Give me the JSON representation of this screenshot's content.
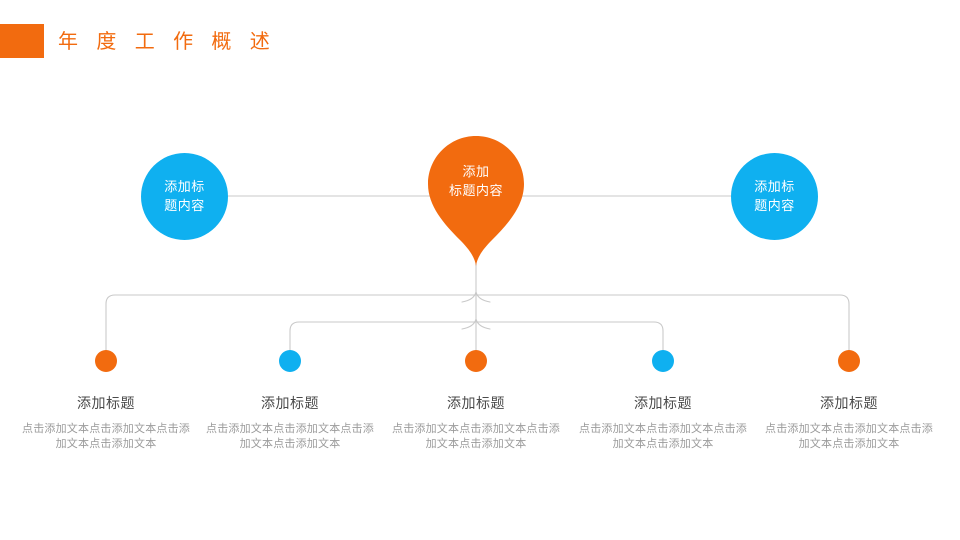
{
  "slide": {
    "title": "年 度 工 作 概 述",
    "accent_orange": "#F26B0F",
    "accent_blue": "#0FB0F0",
    "background": "#FFFFFF",
    "line_color": "#C9C9C9"
  },
  "top_nodes": [
    {
      "id": "left",
      "label": "添加标\n题内容",
      "label_line1": "添加标",
      "label_line2": "题内容",
      "color": "#0FB0F0",
      "shape": "circle"
    },
    {
      "id": "center",
      "label": "添加\n标题内容",
      "label_line1": "添加",
      "label_line2": "标题内容",
      "color": "#F26B0F",
      "shape": "pin"
    },
    {
      "id": "right",
      "label": "添加标\n题内容",
      "label_line1": "添加标",
      "label_line2": "题内容",
      "color": "#0FB0F0",
      "shape": "circle"
    }
  ],
  "items": [
    {
      "title": "添加标题",
      "body": "点击添加文本点击添加文本点击添加文本点击添加文本",
      "color": "#F26B0F"
    },
    {
      "title": "添加标题",
      "body": "点击添加文本点击添加文本点击添加文本点击添加文本",
      "color": "#0FB0F0"
    },
    {
      "title": "添加标题",
      "body": "点击添加文本点击添加文本点击添加文本点击添加文本",
      "color": "#F26B0F"
    },
    {
      "title": "添加标题",
      "body": "点击添加文本点击添加文本点击添加文本点击添加文本",
      "color": "#0FB0F0"
    },
    {
      "title": "添加标题",
      "body": "点击添加文本点击添加文本点击添加文本点击添加文本",
      "color": "#F26B0F"
    }
  ]
}
